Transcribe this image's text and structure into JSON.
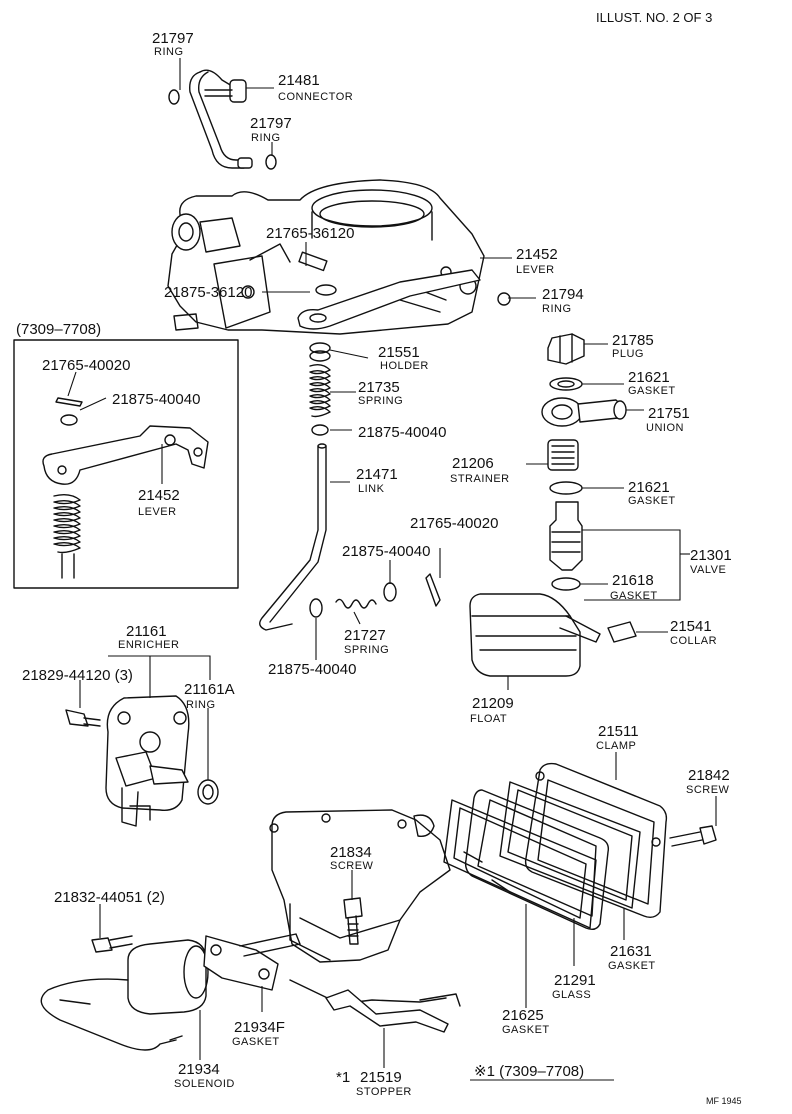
{
  "header": {
    "illust_no": "ILLUST. NO. 2 OF 3"
  },
  "footer": {
    "code": "MF 1945"
  },
  "inset_left": {
    "range": "(7309–7708)"
  },
  "note": {
    "range": "※1 (7309–7708)"
  },
  "parts": {
    "p21797a": {
      "num": "21797",
      "name": "RING"
    },
    "p21481": {
      "num": "21481",
      "name": "CONNECTOR"
    },
    "p21797b": {
      "num": "21797",
      "name": "RING"
    },
    "p21765_36120": {
      "num": "21765-36120"
    },
    "p21452": {
      "num": "21452",
      "name": "LEVER"
    },
    "p21875_36120": {
      "num": "21875-36120"
    },
    "p21794": {
      "num": "21794",
      "name": "RING"
    },
    "p21765_40020_inset": {
      "num": "21765-40020"
    },
    "p21875_40040_inset": {
      "num": "21875-40040"
    },
    "p21452_inset": {
      "num": "21452",
      "name": "LEVER"
    },
    "p21551": {
      "num": "21551",
      "name": "HOLDER"
    },
    "p21735": {
      "num": "21735",
      "name": "SPRING"
    },
    "p21875_40040a": {
      "num": "21875-40040"
    },
    "p21471": {
      "num": "21471",
      "name": "LINK"
    },
    "p21785": {
      "num": "21785",
      "name": "PLUG"
    },
    "p21621a": {
      "num": "21621",
      "name": "GASKET"
    },
    "p21751": {
      "num": "21751",
      "name": "UNION"
    },
    "p21206": {
      "num": "21206",
      "name": "STRAINER"
    },
    "p21621b": {
      "num": "21621",
      "name": "GASKET"
    },
    "p21765_40020": {
      "num": "21765-40020"
    },
    "p21875_40040b": {
      "num": "21875-40040"
    },
    "p21301": {
      "num": "21301",
      "name": "VALVE"
    },
    "p21618": {
      "num": "21618",
      "name": "GASKET"
    },
    "p21727": {
      "num": "21727",
      "name": "SPRING"
    },
    "p21875_40040c": {
      "num": "21875-40040"
    },
    "p21541": {
      "num": "21541",
      "name": "COLLAR"
    },
    "p21161": {
      "num": "21161",
      "name": "ENRICHER"
    },
    "p21829": {
      "num": "21829-44120 (3)"
    },
    "p21161A": {
      "num": "21161A",
      "name": "RING"
    },
    "p21209": {
      "num": "21209",
      "name": "FLOAT"
    },
    "p21511": {
      "num": "21511",
      "name": "CLAMP"
    },
    "p21842": {
      "num": "21842",
      "name": "SCREW"
    },
    "p21834": {
      "num": "21834",
      "name": "SCREW"
    },
    "p21832": {
      "num": "21832-44051 (2)"
    },
    "p21631": {
      "num": "21631",
      "name": "GASKET"
    },
    "p21291": {
      "num": "21291",
      "name": "GLASS"
    },
    "p21934F": {
      "num": "21934F",
      "name": "GASKET"
    },
    "p21625": {
      "num": "21625",
      "name": "GASKET"
    },
    "p21934": {
      "num": "21934",
      "name": "SOLENOID"
    },
    "p21519": {
      "num": "21519",
      "name": "STOPPER",
      "mark": "*1"
    }
  }
}
